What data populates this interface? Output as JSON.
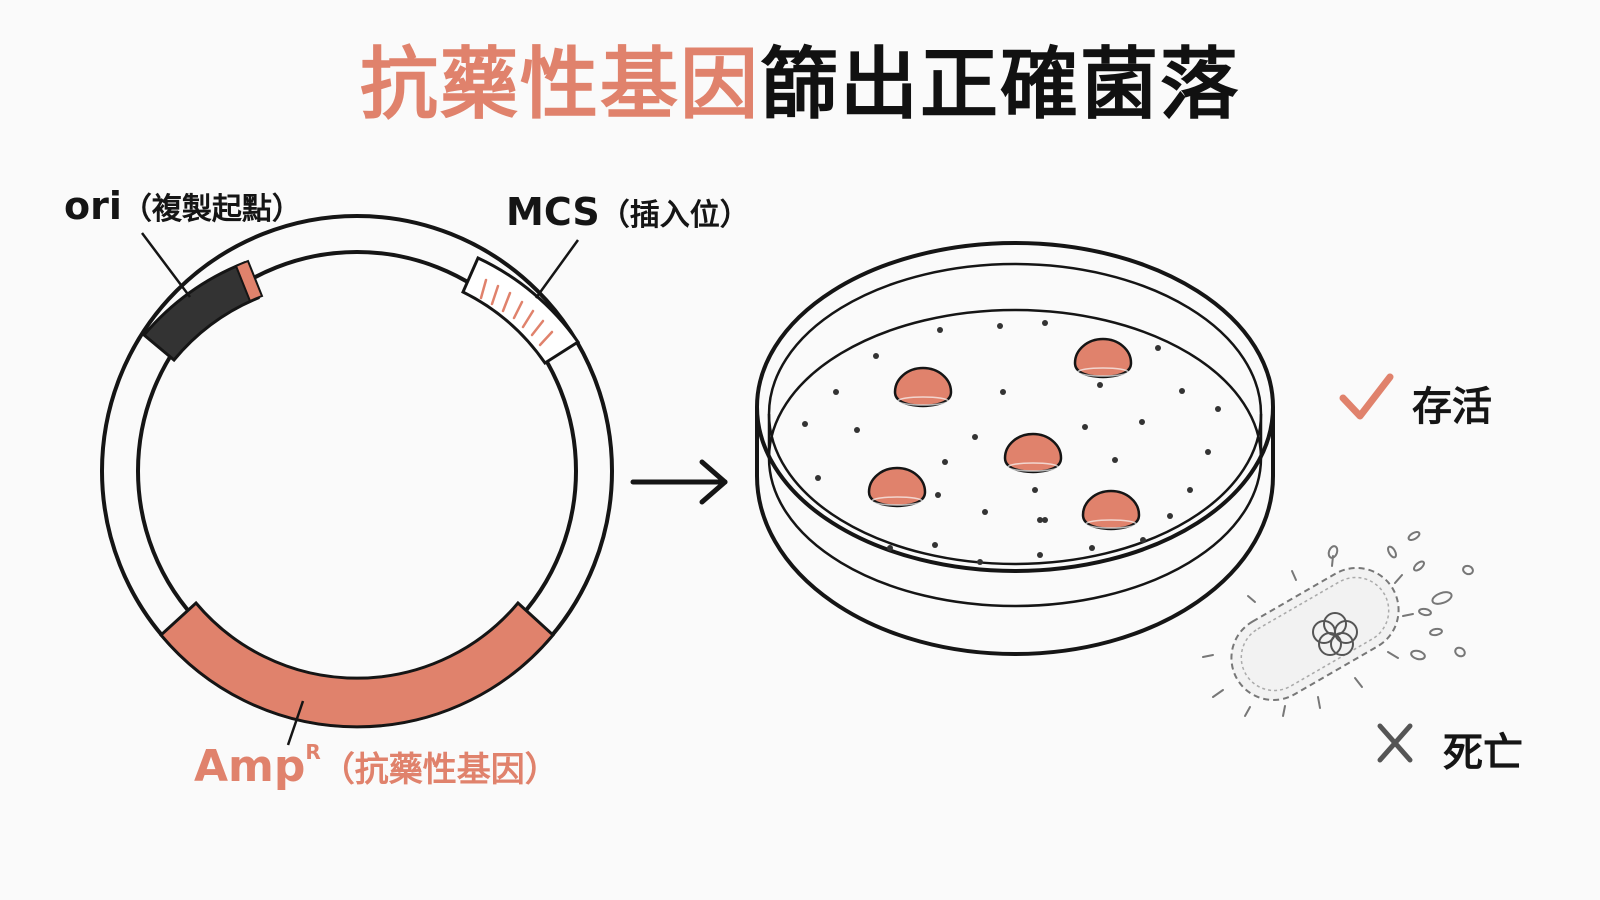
{
  "title": {
    "accent": "抗藥性基因",
    "rest": "篩出正確菌落"
  },
  "plasmid": {
    "ori_label": "ori",
    "ori_note": "（複製起點）",
    "mcs_label": "MCS",
    "mcs_note": "（插入位）",
    "amp_label": "Amp",
    "amp_sup": "R",
    "amp_note": "（抗藥性基因）"
  },
  "legend": {
    "survive": "存活",
    "die": "死亡"
  },
  "colors": {
    "accent": "#e0826c",
    "dark_segment": "#333333",
    "ink": "#151515"
  },
  "icons": {
    "arrow": "right-arrow-icon",
    "check": "check-icon",
    "cross": "cross-icon",
    "bacterium": "dying-bacterium-icon"
  }
}
